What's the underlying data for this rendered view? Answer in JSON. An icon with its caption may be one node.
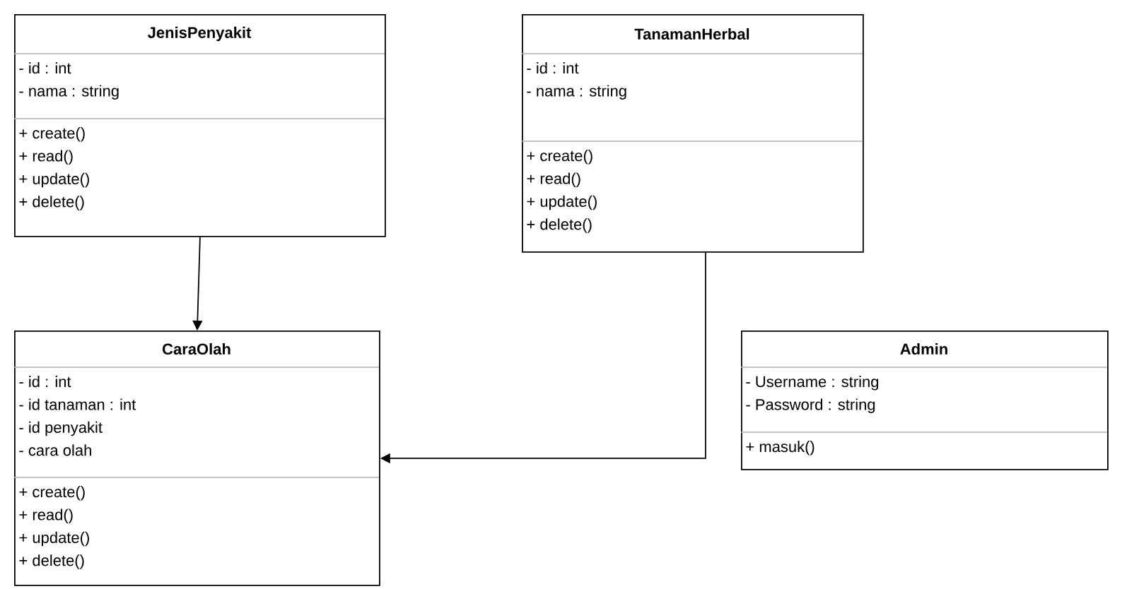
{
  "diagram": {
    "nodes": [
      {
        "text": [
          "JenisPenyakit",
          "- id : int",
          "- nama : string",
          "+ create()",
          "+ read()",
          "+ update()",
          "+ delete()"
        ]
      },
      {
        "text": [
          "TanamanHerbal",
          "- id : int",
          "- nama : string",
          "+ create()",
          "+ read()",
          "+ update()",
          "+ delete()"
        ]
      },
      {
        "text": [
          "CaraOlah",
          "- id : int",
          "- id tanaman : int",
          "- id penyakit",
          "- cara olah",
          "+ create()",
          "+ read()",
          "+ update()",
          "+ delete()"
        ]
      },
      {
        "text": [
          "Admin",
          "- Username : string",
          "- Password : string",
          "+ masuk()"
        ]
      }
    ],
    "edges": [
      {
        "from": 0,
        "to": 2,
        "arrow": "to"
      },
      {
        "from": 1,
        "to": 2,
        "arrow": "to"
      }
    ]
  }
}
